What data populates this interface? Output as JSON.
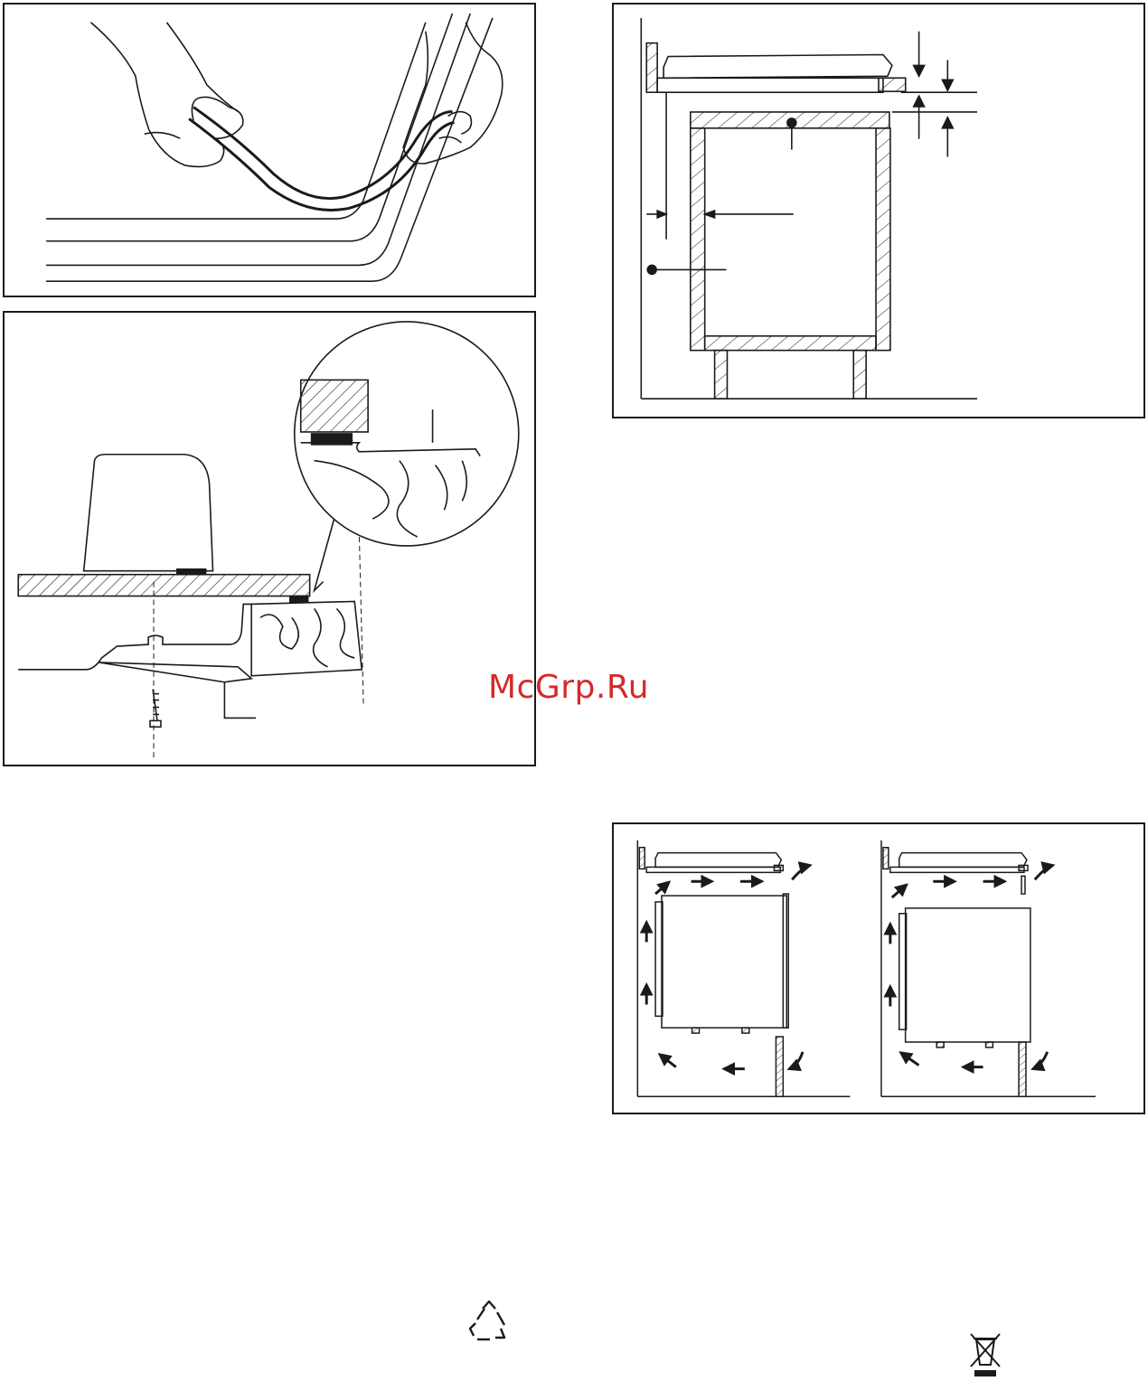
{
  "watermark": {
    "text": "McGrp.Ru",
    "color": "#d42a2a"
  },
  "figures": [
    {
      "id": "gasket",
      "icon": "hands-applying-seal-strip"
    },
    {
      "id": "bracket",
      "icon": "hob-fixing-bracket-detail"
    },
    {
      "id": "cabinet",
      "icon": "hob-over-cabinet-clearance"
    },
    {
      "id": "ventilation",
      "icon": "oven-ventilation-airflow"
    }
  ],
  "symbols": {
    "recycle": "recycle-icon",
    "weee": "crossed-bin-icon"
  }
}
